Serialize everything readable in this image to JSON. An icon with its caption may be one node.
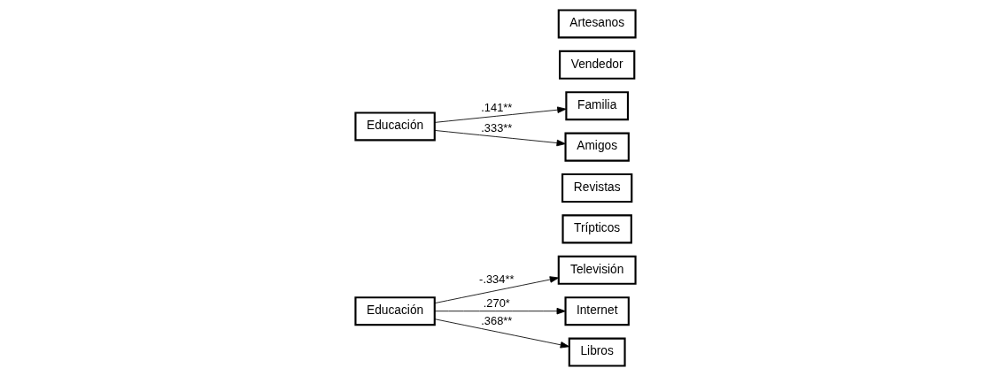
{
  "diagram": {
    "nodes": [
      {
        "text": [
          "Educación"
        ]
      },
      {
        "text": [
          "Televisión"
        ]
      },
      {
        "text": [
          "Trípticos"
        ]
      },
      {
        "text": [
          "Revistas"
        ]
      },
      {
        "text": [
          "Internet"
        ]
      },
      {
        "text": [
          "Libros"
        ]
      },
      {
        "text": [
          "Educación"
        ]
      },
      {
        "text": [
          "Familia"
        ]
      },
      {
        "text": [
          "Amigos"
        ]
      },
      {
        "text": [
          "Vendedor"
        ]
      },
      {
        "text": [
          "Artesanos"
        ]
      }
    ],
    "edges": [
      {
        "from": 0,
        "to": 1,
        "arrow": "to",
        "label": "-.334**"
      },
      {
        "from": 0,
        "to": 4,
        "arrow": "to",
        "label": ".270*"
      },
      {
        "from": 0,
        "to": 5,
        "arrow": "to",
        "label": ".368**"
      },
      {
        "from": 6,
        "to": 7,
        "arrow": "to",
        "label": ".141**"
      },
      {
        "from": 6,
        "to": 8,
        "arrow": "to",
        "label": ".333**"
      }
    ]
  }
}
